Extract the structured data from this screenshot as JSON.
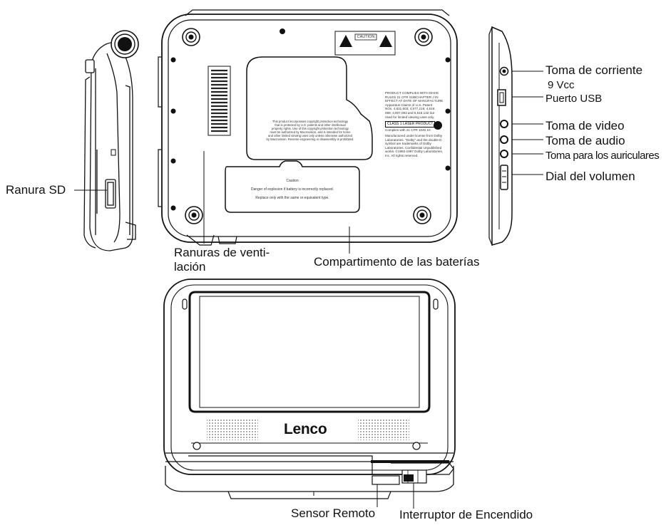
{
  "labels": {
    "sd_slot": "Ranura SD",
    "vent_line1": "Ranuras de venti-",
    "vent_line2": "lación",
    "battery_compartment": "Compartimento de las baterías",
    "power_jack_line1": "Toma de corriente",
    "power_jack_line2": "9 Vcc",
    "usb_port": "Puerto USB",
    "video_jack": "Toma de video",
    "audio_jack": "Toma de audio",
    "headphone_jack": "Toma para los auriculares",
    "volume_dial": "Dial del volumen",
    "remote_sensor": "Sensor Remoto",
    "power_switch": "Interruptor de Encendido"
  },
  "device": {
    "logo": "Lenco",
    "caution_label": "CAUTION",
    "compliance_text": "PRODUCT COMPLIES WITH DHHS\nRULES 21 CFR SUBCHAPTER J IN\nEFFECT AT DATE OF MANUFACTURE\nApparatus Claims of U.S. Patent\nNOs. 4,631,603; 4,577,216; 4,819,\n098; 4,907,093 and 6,516,132 lice\nnsed for limited viewing uses only.",
    "laser_class": "CLASS 1 LASER PRODUCT",
    "cfr_text": "Complies with 21 CFR 1040.10",
    "dolby_text": "Manufactured under license from Dolby\nLaboratories. \"Dolby\" and the double-D\nsymbol are trademarks of Dolby\nLaboratories. Confidential Unpublished\nworks. ©1992-1997 Dolby Laboratories,\nInc. All rights reserved.",
    "copyright_text": "This product incorporates copyright protection technology\nthat is protected by U.S. patents and other intellectual\nproperty rights. Use of this copyright protection technology\nmust be authorized by Macrovision, and is intended for home\nand other limited viewing uses only unless otherwise authorized\nby Macrovision. Reverse engineering or disassembly is prohibited.",
    "battery_caution_title": "Caution",
    "battery_caution_line1": "Danger of explosion if battery is incorrectly replaced.",
    "battery_caution_line2": "Replace only with the same or equivalent type."
  }
}
